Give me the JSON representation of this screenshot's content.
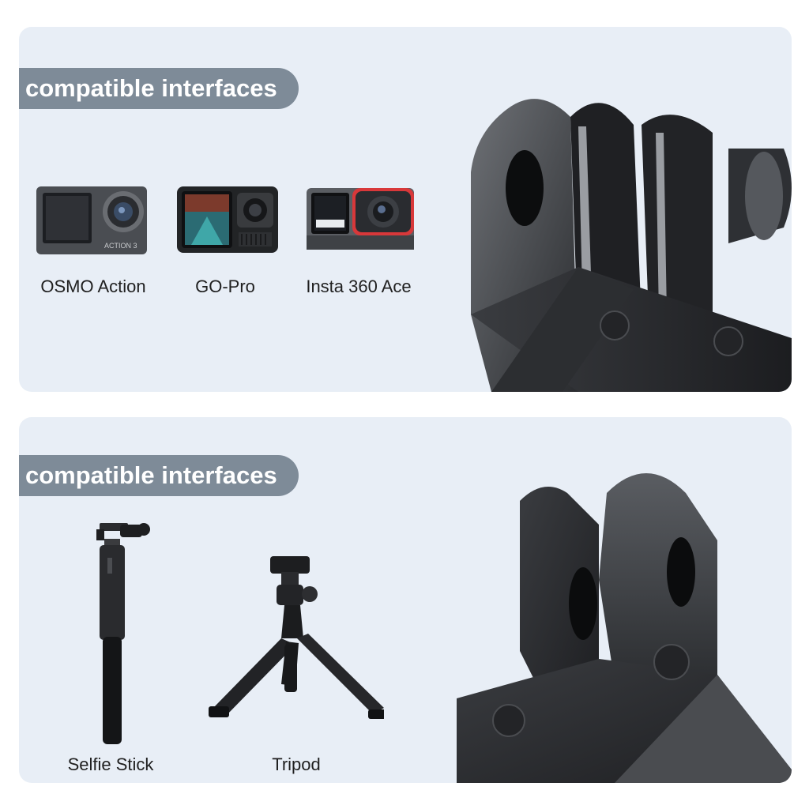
{
  "top_section": {
    "heading": "compatible interfaces",
    "devices": [
      {
        "label": "OSMO Action",
        "icon": "osmo-action-camera-icon"
      },
      {
        "label": "GO-Pro",
        "icon": "gopro-camera-icon"
      },
      {
        "label": "Insta 360 Ace",
        "icon": "insta360-ace-camera-icon"
      }
    ]
  },
  "bottom_section": {
    "heading": "compatible interfaces",
    "accessories": [
      {
        "label": "Selfie Stick",
        "icon": "selfie-stick-icon"
      },
      {
        "label": "Tripod",
        "icon": "tripod-icon"
      }
    ]
  },
  "colors": {
    "panel_bg": "#e8eef6",
    "tag_bg": "#7e8b98",
    "mount_dark": "#2b2d30"
  }
}
